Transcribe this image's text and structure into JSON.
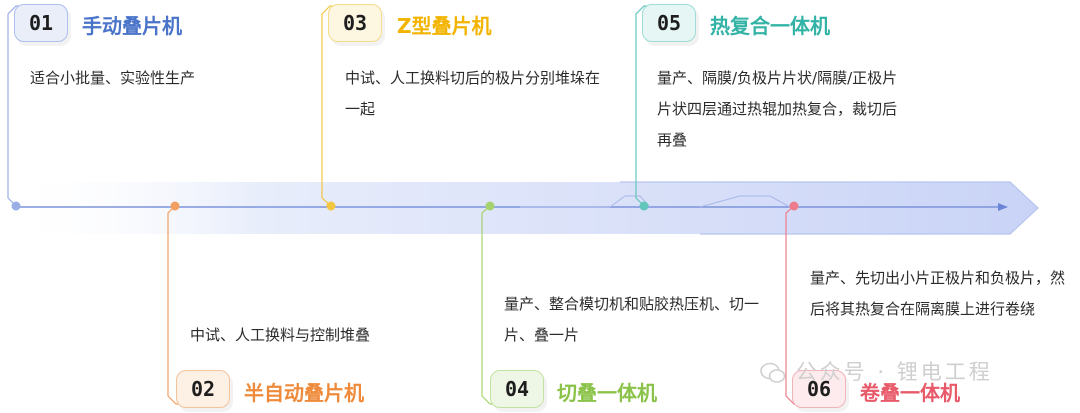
{
  "items": [
    {
      "num": "01",
      "title": "手动叠片机",
      "desc": "适合小批量、实验性生产",
      "color": "#4a74c9",
      "badge_bg": "#e9eef9",
      "badge_border": "#aebff0"
    },
    {
      "num": "02",
      "title": "半自动叠片机",
      "desc": "中试、人工换料与控制堆叠",
      "color": "#ee8a3a",
      "badge_bg": "#fdf0e4",
      "badge_border": "#f3c49b"
    },
    {
      "num": "03",
      "title": "Z型叠片机",
      "desc": "中试、人工换料切后的极片分别堆垛在一起",
      "color": "#f2b400",
      "badge_bg": "#fdf6e0",
      "badge_border": "#f4dc8a"
    },
    {
      "num": "04",
      "title": "切叠一体机",
      "desc": "量产、整合模切机和贴胶热压机、切一片、叠一片",
      "color": "#8bc34a",
      "badge_bg": "#eef7e6",
      "badge_border": "#c3e2a2"
    },
    {
      "num": "05",
      "title": "热复合一体机",
      "desc": "量产、隔膜/负极片片状/隔膜/正极片片状四层通过热辊加热复合，裁切后再叠",
      "color": "#33b3a6",
      "badge_bg": "#e5f6f4",
      "badge_border": "#9fdcd5"
    },
    {
      "num": "06",
      "title": "卷叠一体机",
      "desc": "量产、先切出小片正极片和负极片，然后将其热复合在隔离膜上进行卷绕",
      "color": "#e85a6a",
      "badge_bg": "#fdebed",
      "badge_border": "#f2b3bb"
    }
  ],
  "watermark": {
    "text": "公众号 · 锂电工程",
    "icon": "wechat-icon"
  }
}
